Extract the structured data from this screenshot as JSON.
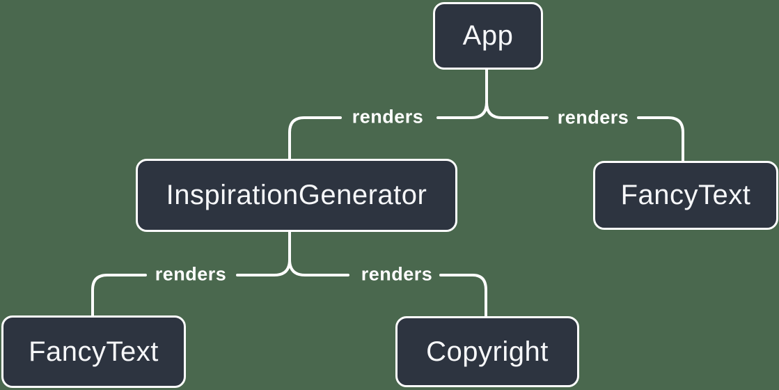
{
  "diagram": {
    "type": "render-tree",
    "nodes": [
      {
        "id": "app",
        "label": "App"
      },
      {
        "id": "inspiration-generator",
        "label": "InspirationGenerator"
      },
      {
        "id": "fancy-text-top-right",
        "label": "FancyText"
      },
      {
        "id": "fancy-text-bottom-left",
        "label": "FancyText"
      },
      {
        "id": "copyright",
        "label": "Copyright"
      }
    ],
    "edges": [
      {
        "from": "App",
        "to": "InspirationGenerator",
        "label": "renders"
      },
      {
        "from": "App",
        "to": "FancyText",
        "label": "renders"
      },
      {
        "from": "InspirationGenerator",
        "to": "FancyText",
        "label": "renders"
      },
      {
        "from": "InspirationGenerator",
        "to": "Copyright",
        "label": "renders"
      }
    ],
    "colors": {
      "background": "#4A684E",
      "node_fill": "#2D3440",
      "node_border": "#FFFFFF",
      "line": "#FFFFFF",
      "node_text": "#F6F7F9",
      "edge_label_text": "#FFFFFF"
    }
  }
}
